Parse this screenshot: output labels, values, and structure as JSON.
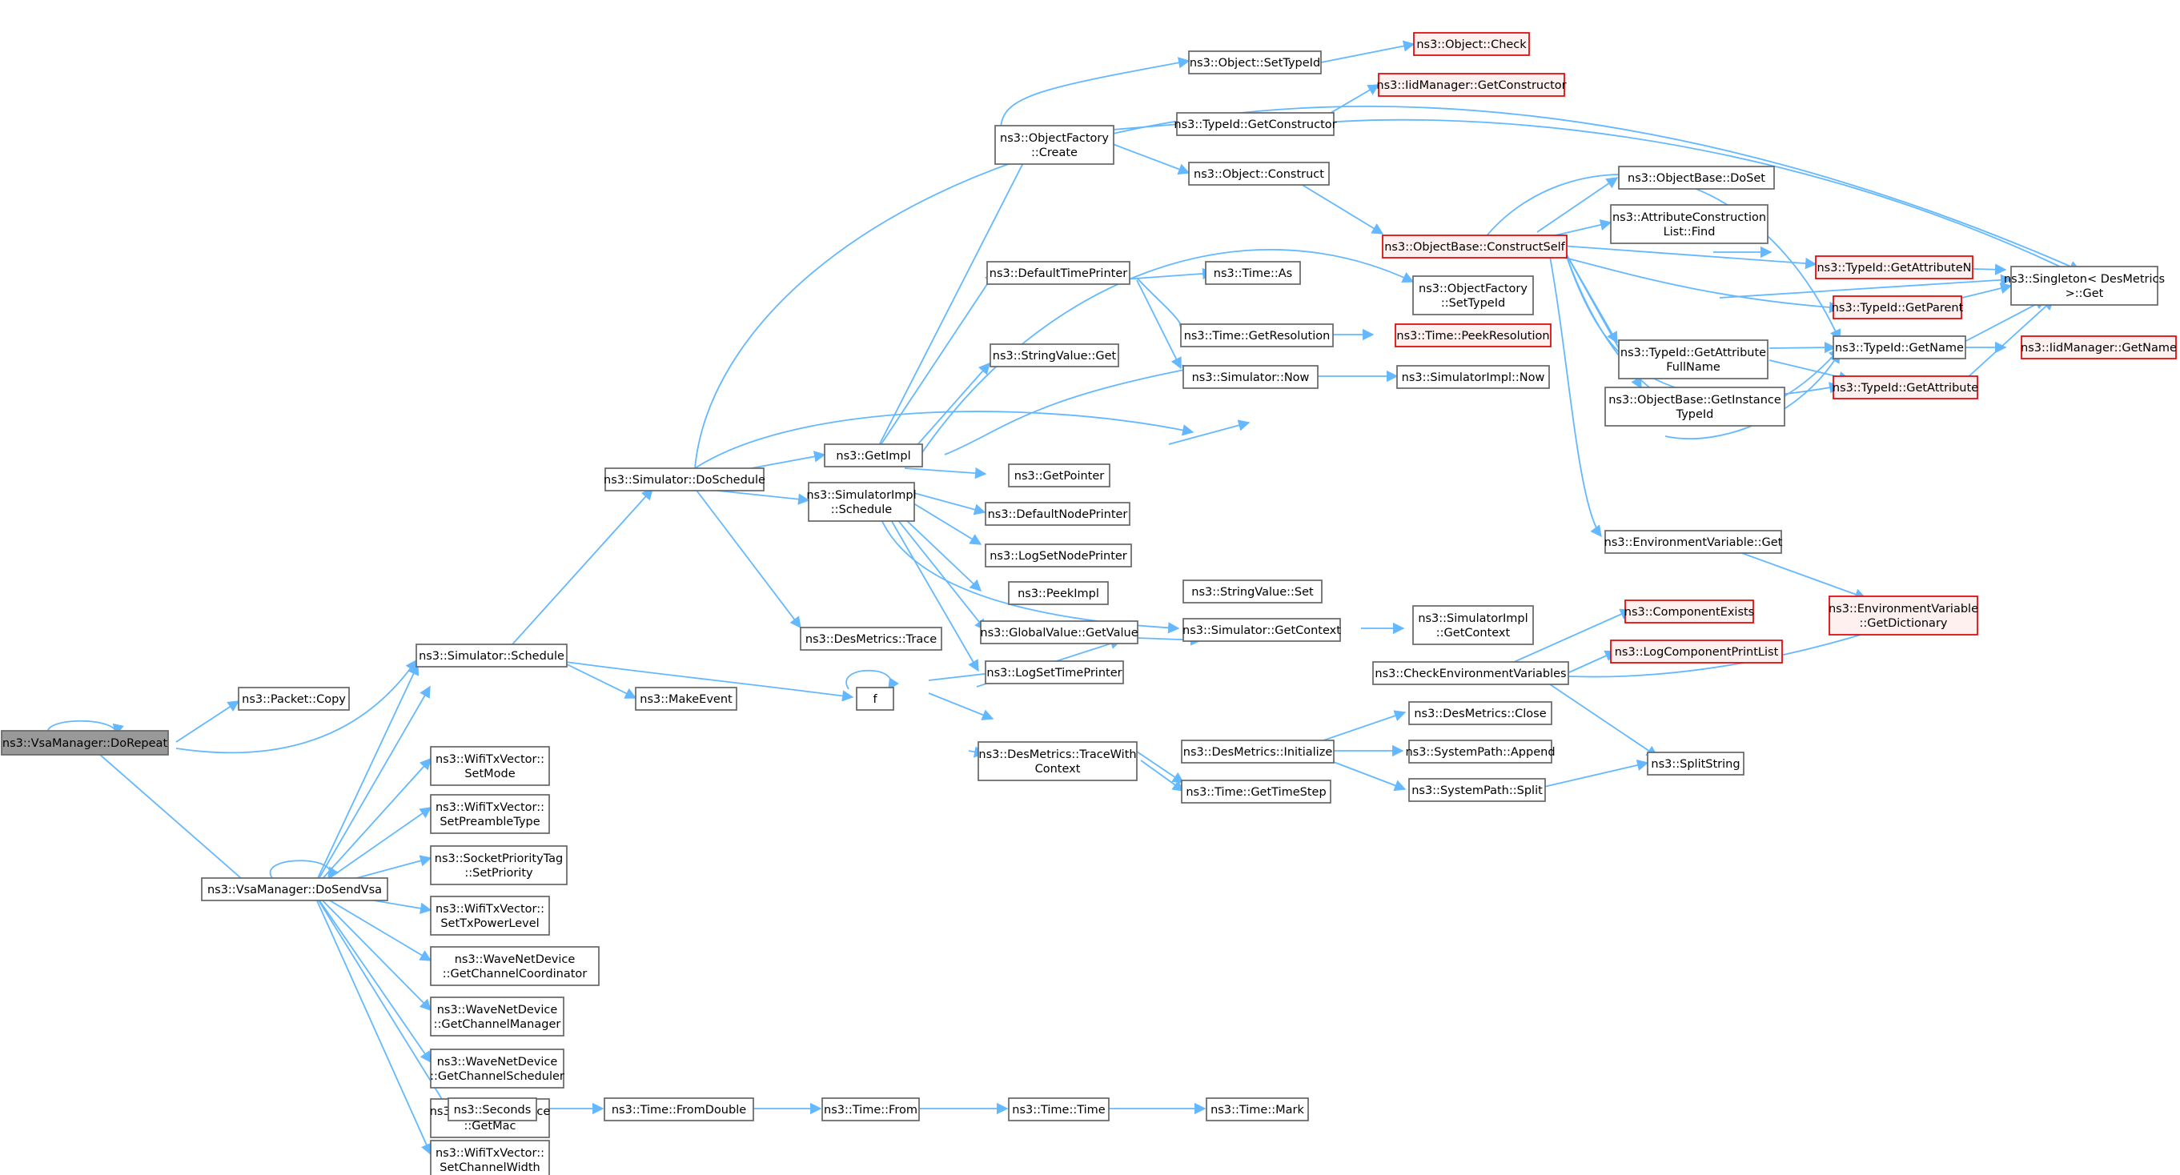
{
  "colors": {
    "edge": "#63b8ff",
    "node_border": "#666666",
    "root_fill": "#999999",
    "red_border": "#e00000",
    "red_fill": "#fff0f0"
  },
  "nodes": [
    {
      "id": "dorepeat",
      "lines": [
        "ns3::VsaManager::DoRepeat"
      ],
      "style": "root"
    },
    {
      "id": "packetcopy",
      "lines": [
        "ns3::Packet::Copy"
      ]
    },
    {
      "id": "schedule",
      "lines": [
        "ns3::Simulator::Schedule"
      ]
    },
    {
      "id": "dosendvsa",
      "lines": [
        "ns3::VsaManager::DoSendVsa"
      ]
    },
    {
      "id": "doschedule",
      "lines": [
        "ns3::Simulator::DoSchedule"
      ]
    },
    {
      "id": "makeevent",
      "lines": [
        "ns3::MakeEvent"
      ]
    },
    {
      "id": "f",
      "lines": [
        "f"
      ]
    },
    {
      "id": "setmode",
      "lines": [
        "ns3::WifiTxVector::",
        "SetMode"
      ]
    },
    {
      "id": "setpreamble",
      "lines": [
        "ns3::WifiTxVector::",
        "SetPreambleType"
      ]
    },
    {
      "id": "setpriority",
      "lines": [
        "ns3::SocketPriorityTag",
        "::SetPriority"
      ]
    },
    {
      "id": "settxpower",
      "lines": [
        "ns3::WifiTxVector::",
        "SetTxPowerLevel"
      ]
    },
    {
      "id": "getchcoord",
      "lines": [
        "ns3::WaveNetDevice",
        "::GetChannelCoordinator"
      ]
    },
    {
      "id": "getchmgr",
      "lines": [
        "ns3::WaveNetDevice",
        "::GetChannelManager"
      ]
    },
    {
      "id": "getchsched",
      "lines": [
        "ns3::WaveNetDevice",
        "::GetChannelScheduler"
      ]
    },
    {
      "id": "getmac",
      "lines": [
        "ns3::WaveNetDevice",
        "::GetMac"
      ]
    },
    {
      "id": "seconds",
      "lines": [
        "ns3::Seconds"
      ]
    },
    {
      "id": "setchwidth",
      "lines": [
        "ns3::WifiTxVector::",
        "SetChannelWidth"
      ]
    },
    {
      "id": "fromdouble",
      "lines": [
        "ns3::Time::FromDouble"
      ]
    },
    {
      "id": "timefrom",
      "lines": [
        "ns3::Time::From"
      ]
    },
    {
      "id": "timetime",
      "lines": [
        "ns3::Time::Time"
      ]
    },
    {
      "id": "timemark",
      "lines": [
        "ns3::Time::Mark"
      ]
    },
    {
      "id": "getimpl",
      "lines": [
        "ns3::GetImpl"
      ]
    },
    {
      "id": "simimplsched",
      "lines": [
        "ns3::SimulatorImpl",
        "::Schedule"
      ]
    },
    {
      "id": "desmtrace",
      "lines": [
        "ns3::DesMetrics::Trace"
      ]
    },
    {
      "id": "objfcreate",
      "lines": [
        "ns3::ObjectFactory",
        "::Create"
      ]
    },
    {
      "id": "defaulttp",
      "lines": [
        "ns3::DefaultTimePrinter"
      ]
    },
    {
      "id": "strvalget",
      "lines": [
        "ns3::StringValue::Get"
      ]
    },
    {
      "id": "getpointer",
      "lines": [
        "ns3::GetPointer"
      ]
    },
    {
      "id": "defaultnp",
      "lines": [
        "ns3::DefaultNodePrinter"
      ]
    },
    {
      "id": "logsetnp",
      "lines": [
        "ns3::LogSetNodePrinter"
      ]
    },
    {
      "id": "peekimpl",
      "lines": [
        "ns3::PeekImpl"
      ]
    },
    {
      "id": "gvgetvalue",
      "lines": [
        "ns3::GlobalValue::GetValue"
      ]
    },
    {
      "id": "logsettp",
      "lines": [
        "ns3::LogSetTimePrinter"
      ]
    },
    {
      "id": "tracewithctx",
      "lines": [
        "ns3::DesMetrics::TraceWith",
        "Context"
      ]
    },
    {
      "id": "objsettypeid",
      "lines": [
        "ns3::Object::SetTypeId"
      ]
    },
    {
      "id": "typeidgetctor",
      "lines": [
        "ns3::TypeId::GetConstructor"
      ]
    },
    {
      "id": "objconstruct",
      "lines": [
        "ns3::Object::Construct"
      ]
    },
    {
      "id": "timeas",
      "lines": [
        "ns3::Time::As"
      ]
    },
    {
      "id": "timegetres",
      "lines": [
        "ns3::Time::GetResolution"
      ]
    },
    {
      "id": "simnow",
      "lines": [
        "ns3::Simulator::Now"
      ]
    },
    {
      "id": "strvalset",
      "lines": [
        "ns3::StringValue::Set"
      ]
    },
    {
      "id": "simgetctx",
      "lines": [
        "ns3::Simulator::GetContext"
      ]
    },
    {
      "id": "desminit",
      "lines": [
        "ns3::DesMetrics::Initialize"
      ]
    },
    {
      "id": "timegetstep",
      "lines": [
        "ns3::Time::GetTimeStep"
      ]
    },
    {
      "id": "objcheck",
      "lines": [
        "ns3::Object::Check"
      ],
      "style": "red"
    },
    {
      "id": "iidgetctor",
      "lines": [
        "ns3::IidManager::GetConstructor"
      ],
      "style": "red"
    },
    {
      "id": "constructself",
      "lines": [
        "ns3::ObjectBase::ConstructSelf"
      ],
      "style": "red"
    },
    {
      "id": "objfsettypeid",
      "lines": [
        "ns3::ObjectFactory",
        "::SetTypeId"
      ]
    },
    {
      "id": "peekres",
      "lines": [
        "ns3::Time::PeekResolution"
      ],
      "style": "red"
    },
    {
      "id": "simimplnow",
      "lines": [
        "ns3::SimulatorImpl::Now"
      ]
    },
    {
      "id": "simimplgetctx",
      "lines": [
        "ns3::SimulatorImpl",
        "::GetContext"
      ]
    },
    {
      "id": "checkenv",
      "lines": [
        "ns3::CheckEnvironmentVariables"
      ]
    },
    {
      "id": "desmclose",
      "lines": [
        "ns3::DesMetrics::Close"
      ]
    },
    {
      "id": "sysappend",
      "lines": [
        "ns3::SystemPath::Append"
      ]
    },
    {
      "id": "syssplit",
      "lines": [
        "ns3::SystemPath::Split"
      ]
    },
    {
      "id": "objbasedoset",
      "lines": [
        "ns3::ObjectBase::DoSet"
      ]
    },
    {
      "id": "attrconstrfind",
      "lines": [
        "ns3::AttributeConstruction",
        "List::Find"
      ]
    },
    {
      "id": "getattrfullname",
      "lines": [
        "ns3::TypeId::GetAttribute",
        "FullName"
      ]
    },
    {
      "id": "getinsttypeid",
      "lines": [
        "ns3::ObjectBase::GetInstance",
        "TypeId"
      ]
    },
    {
      "id": "envvarget",
      "lines": [
        "ns3::EnvironmentVariable::Get"
      ]
    },
    {
      "id": "compexists",
      "lines": [
        "ns3::ComponentExists"
      ],
      "style": "red"
    },
    {
      "id": "logcompprint",
      "lines": [
        "ns3::LogComponentPrintList"
      ],
      "style": "red"
    },
    {
      "id": "splitstring",
      "lines": [
        "ns3::SplitString"
      ]
    },
    {
      "id": "getattrn",
      "lines": [
        "ns3::TypeId::GetAttributeN"
      ],
      "style": "red"
    },
    {
      "id": "getparent",
      "lines": [
        "ns3::TypeId::GetParent"
      ],
      "style": "red"
    },
    {
      "id": "typeidgetname",
      "lines": [
        "ns3::TypeId::GetName"
      ]
    },
    {
      "id": "getattribute",
      "lines": [
        "ns3::TypeId::GetAttribute"
      ],
      "style": "red"
    },
    {
      "id": "envgetdict",
      "lines": [
        "ns3::EnvironmentVariable",
        "::GetDictionary"
      ],
      "style": "red"
    },
    {
      "id": "singletonget",
      "lines": [
        "ns3::Singleton< DesMetrics",
        ">::Get"
      ]
    },
    {
      "id": "iidgetname",
      "lines": [
        "ns3::IidManager::GetName"
      ],
      "style": "red"
    }
  ]
}
